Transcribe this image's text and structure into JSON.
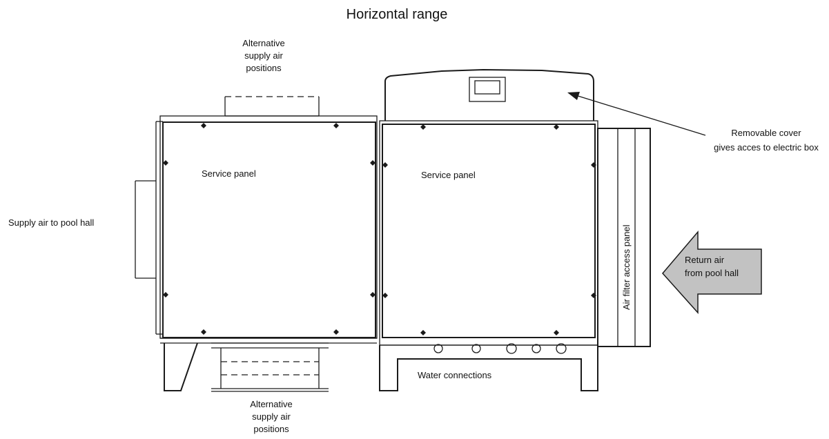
{
  "diagram": {
    "title": "Horizontal range",
    "labels": {
      "alt_supply_top": [
        "Alternative",
        "supply air",
        "positions"
      ],
      "alt_supply_bottom": [
        "Alternative",
        "supply air",
        "positions"
      ],
      "removable_cover": [
        "Removable cover",
        "gives acces to electric box"
      ],
      "supply_air": "Supply air to pool hall",
      "service_panel_left": "Service panel",
      "service_panel_right": "Service panel",
      "filter_panel": "Air filter access panel",
      "return_air": [
        "Return air",
        "from pool hall"
      ],
      "water_connections": "Water connections"
    }
  }
}
